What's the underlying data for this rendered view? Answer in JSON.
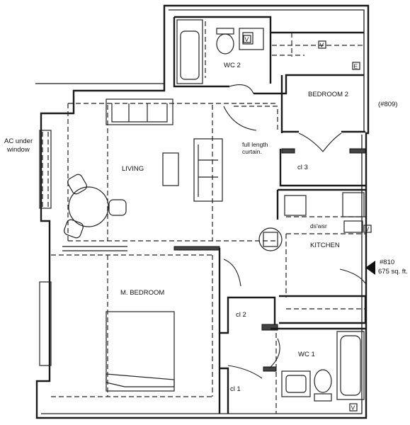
{
  "rooms": {
    "wc2": "WC 2",
    "bedroom2": "BEDROOM 2",
    "living": "LIVING",
    "cl3": "cl 3",
    "kitchen": "KITCHEN",
    "master_bedroom": "M. BEDROOM",
    "cl2": "cl 2",
    "wc1": "WC 1",
    "cl1": "cl 1"
  },
  "notes": {
    "ac_line1": "AC under",
    "ac_line2": "window",
    "curtain_line1": "full length",
    "curtain_line2": "curtain.",
    "dishwasher": "ds'wsr",
    "neighbor_unit": "(#809)",
    "unit_number": "#810",
    "unit_area": "675 sq. ft."
  },
  "markers": {
    "v": "V",
    "e": "E"
  }
}
